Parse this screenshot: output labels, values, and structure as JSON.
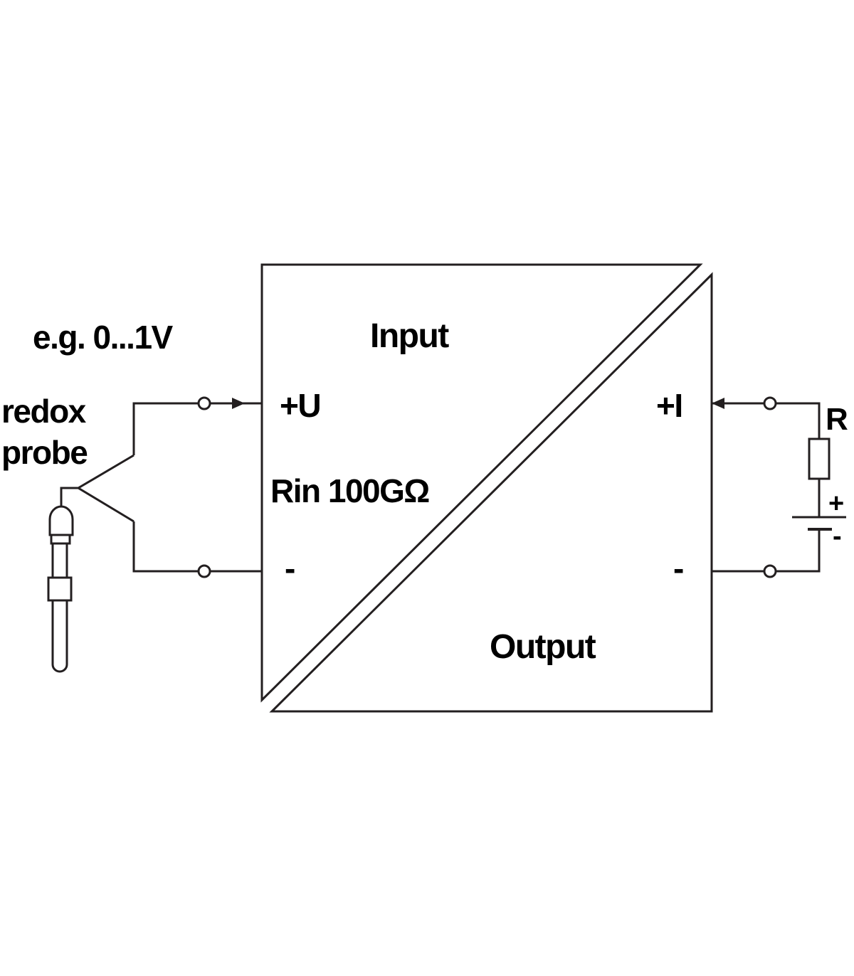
{
  "diagram": {
    "input_label": "Input",
    "output_label": "Output",
    "input_pos_label": "+U",
    "input_neg_label": "-",
    "resistance_label": "Rin 100GΩ",
    "output_pos_label": "+I",
    "output_neg_label": "-",
    "voltage_range_label": "e.g. 0...1V",
    "probe_label_line1": "redox",
    "probe_label_line2": "probe",
    "resistor_label": "R",
    "battery_plus_label": "+",
    "battery_minus_label": "-"
  },
  "colors": {
    "stroke": "#231f20",
    "background": "#ffffff",
    "text": "#000000"
  }
}
